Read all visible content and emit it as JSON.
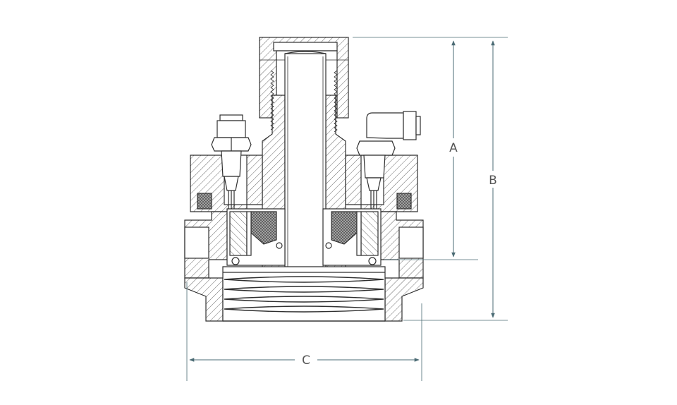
{
  "dimensions": {
    "a": {
      "label": "A"
    },
    "b": {
      "label": "B"
    },
    "c": {
      "label": "C"
    }
  },
  "colors": {
    "outline": "#2f2f2f",
    "hatch": "#6a6a6a",
    "dimension": "#4b6b74",
    "background": "#ffffff",
    "seal": "#3a3a3a"
  }
}
